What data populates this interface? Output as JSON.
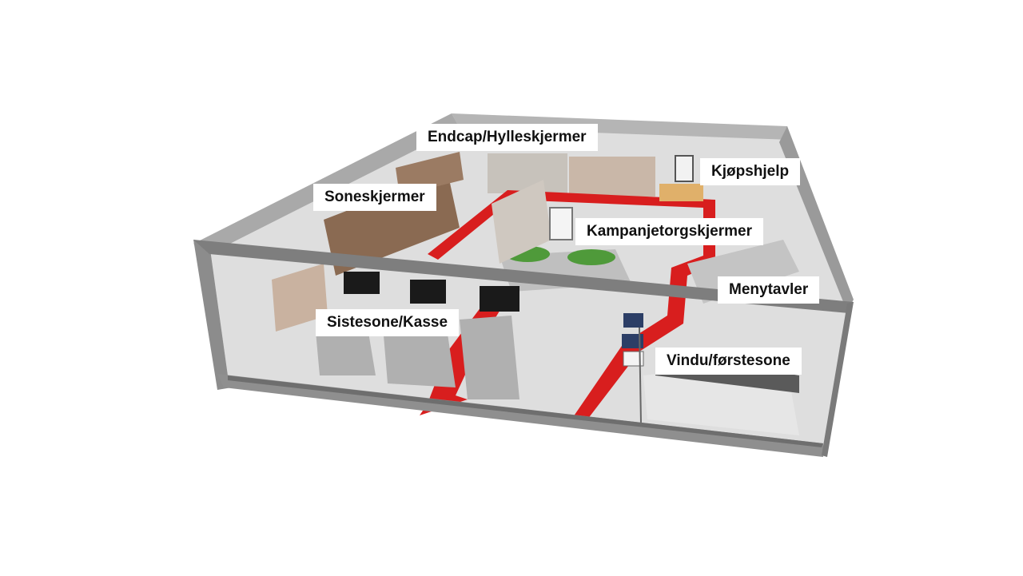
{
  "labels": {
    "endcap": "Endcap/Hylleskjermer",
    "kjopshjelp": "Kjøpshjelp",
    "soneskjermer": "Soneskjermer",
    "kampanjetorg": "Kampanjetorgskjermer",
    "menytavler": "Menytavler",
    "sistesone": "Sistesone/Kasse",
    "vindu": "Vindu/førstesone"
  },
  "colors": {
    "path_red": "#d81e1e",
    "wall": "#8a8a8a",
    "floor": "#d9d9d9",
    "label_bg": "#ffffff"
  }
}
